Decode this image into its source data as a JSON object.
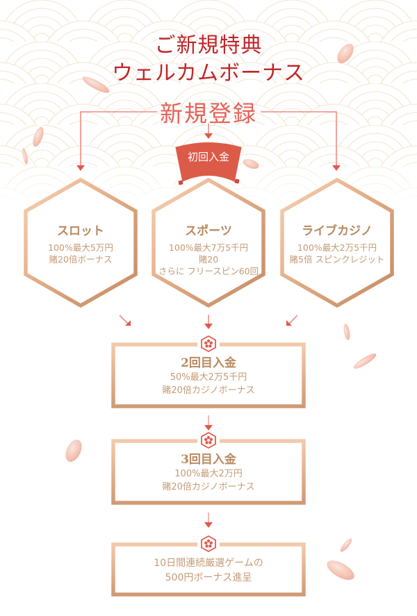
{
  "header": {
    "title_line1": "ご新規特典",
    "title_line2": "ウェルカムボーナス"
  },
  "registration": {
    "label": "新規登録",
    "first_deposit_banner": "初回入金"
  },
  "hexagons": [
    {
      "title": "スロット",
      "lines": [
        "100%最大5万円",
        "賭20倍ボーナス"
      ]
    },
    {
      "title": "スポーツ",
      "lines": [
        "100%最大7万5千円",
        "賭20",
        "さらに フリースピン60回"
      ]
    },
    {
      "title": "ライブカジノ",
      "lines": [
        "100%最大2万5千円",
        "賭5倍 スピンクレジット"
      ]
    }
  ],
  "steps": [
    {
      "icon": "sakura-hex-icon",
      "title": "2回目入金",
      "lines": [
        "50%最大2万5千円",
        "賭20倍カジノボーナス"
      ]
    },
    {
      "icon": "sakura-hex-icon",
      "title": "3回目入金",
      "lines": [
        "100%最大2万円",
        "賭20倍カジノボーナス"
      ]
    },
    {
      "icon": "sakura-hex-icon",
      "title": "",
      "lines": [
        "10日間連続厳選ゲームの",
        "500円ボーナス進呈"
      ]
    }
  ],
  "colors": {
    "title_red": "#c0262a",
    "accent_coral": "#e4625a",
    "banner_red": "#dc5a48",
    "rose_gold": "#d8a47e",
    "text_gold": "#c49a74",
    "wave_line": "#f3e6cf",
    "petal": "#f2b7a8"
  }
}
